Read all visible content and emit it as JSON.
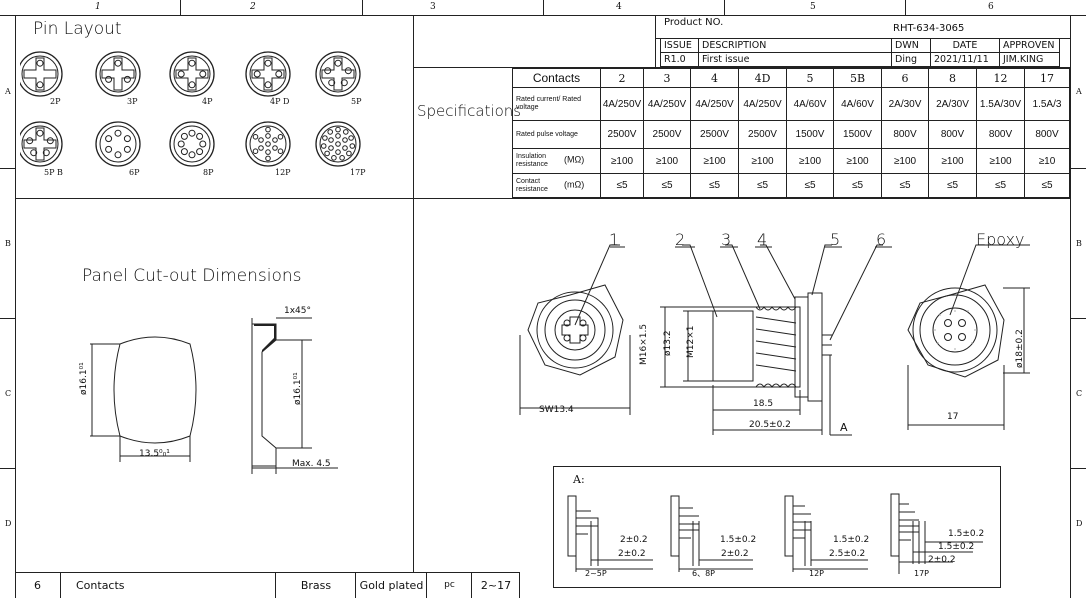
{
  "grid": {
    "columns": [
      "1",
      "2",
      "3",
      "4",
      "5",
      "6"
    ],
    "rows": [
      "A",
      "B",
      "C",
      "D"
    ]
  },
  "pin_layout": {
    "title": "Pin Layout",
    "items": [
      "2P",
      "3P",
      "4P",
      "4P D",
      "5P",
      "5P B",
      "6P",
      "8P",
      "12P",
      "17P"
    ]
  },
  "title_block": {
    "product_label": "Product NO.",
    "product_no": "RHT-634-3065",
    "headers": {
      "issue": "ISSUE",
      "description": "DESCRIPTION",
      "dwn": "DWN",
      "date": "DATE",
      "approven": "APPROVEN"
    },
    "row": {
      "issue": "R1.0",
      "description": "First issue",
      "dwn": "Ding",
      "date": "2021/11/11",
      "approven": "JIM.KING"
    }
  },
  "specifications": {
    "label": "Specifications",
    "contacts_label": "Contacts",
    "contacts": [
      "2",
      "3",
      "4",
      "4D",
      "5",
      "5B",
      "6",
      "8",
      "12",
      "17"
    ],
    "rows": [
      {
        "label": "Rated current/ Rated voltage",
        "unit": "",
        "values": [
          "4A/250V",
          "4A/250V",
          "4A/250V",
          "4A/250V",
          "4A/60V",
          "4A/60V",
          "2A/30V",
          "2A/30V",
          "1.5A/30V",
          "1.5A/3"
        ]
      },
      {
        "label": "Rated pulse voltage",
        "unit": "",
        "values": [
          "2500V",
          "2500V",
          "2500V",
          "2500V",
          "1500V",
          "1500V",
          "800V",
          "800V",
          "800V",
          "800V"
        ]
      },
      {
        "label": "Insulation resistance",
        "unit": "(MΩ)",
        "values": [
          "≥100",
          "≥100",
          "≥100",
          "≥100",
          "≥100",
          "≥100",
          "≥100",
          "≥100",
          "≥100",
          "≥10"
        ]
      },
      {
        "label": "Contact resistance",
        "unit": "(mΩ)",
        "values": [
          "≤5",
          "≤5",
          "≤5",
          "≤5",
          "≤5",
          "≤5",
          "≤5",
          "≤5",
          "≤5",
          "≤5"
        ]
      }
    ]
  },
  "panel_cutout": {
    "title": "Panel Cut-out Dimensions",
    "chamfer": "1x45°",
    "dia_left": "ø16.1⁰¹",
    "dia_right": "ø16.1⁰¹",
    "width": "13.5⁰₀¹",
    "max": "Max. 4.5"
  },
  "drawing": {
    "callouts": [
      "1",
      "2",
      "3",
      "4",
      "5",
      "6"
    ],
    "epoxy": "Epoxy",
    "sw": "SW13.4",
    "m16": "M16×1.5",
    "d132": "ø13.2",
    "m12": "M12×1",
    "len1": "18.5",
    "len2": "20.5±0.2",
    "a_label": "A",
    "d18": "ø18±0.2",
    "w17": "17"
  },
  "detail_a": {
    "title": "A:",
    "views": [
      {
        "label": "2~5P",
        "dims": [
          "2±0.2",
          "2±0.2"
        ]
      },
      {
        "label": "6、8P",
        "dims": [
          "1.5±0.2",
          "2±0.2"
        ]
      },
      {
        "label": "12P",
        "dims": [
          "1.5±0.2",
          "2.5±0.2"
        ]
      },
      {
        "label": "17P",
        "dims": [
          "1.5±0.2",
          "1.5±0.2",
          "2±0.2"
        ]
      }
    ]
  },
  "bom": {
    "no": "6",
    "name": "Contacts",
    "material": "Brass",
    "finish": "Gold plated",
    "unit": "pc",
    "qty": "2~17"
  }
}
